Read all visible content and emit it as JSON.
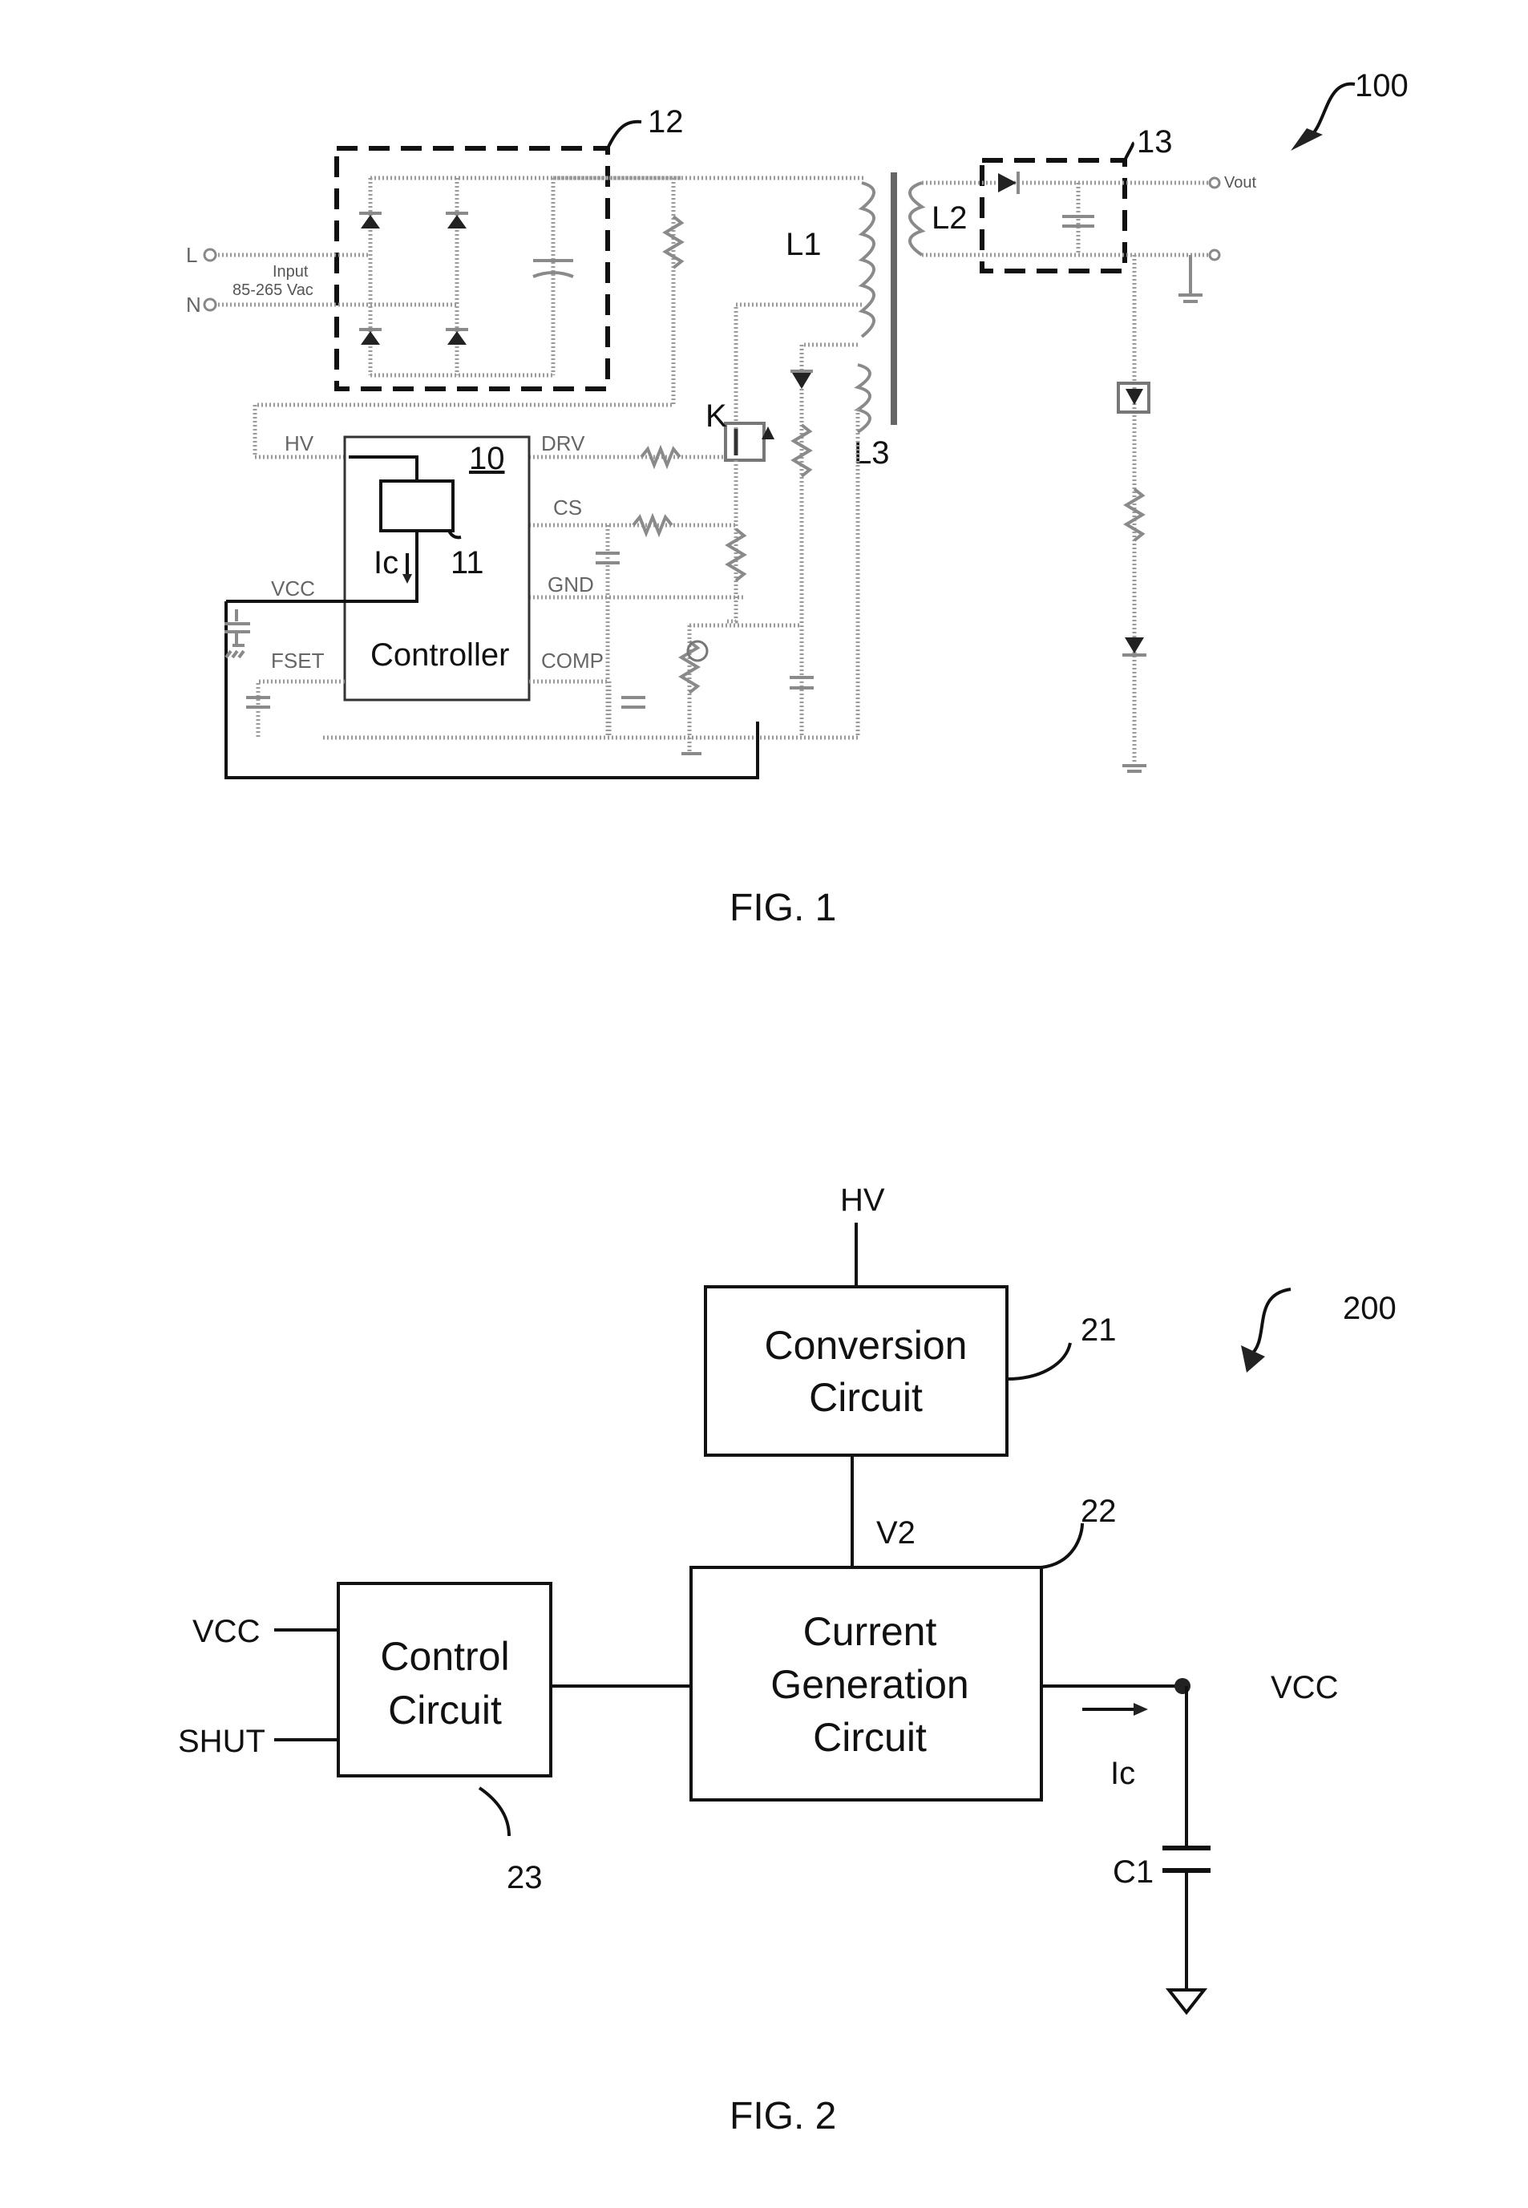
{
  "fig1": {
    "ref_number": "100",
    "caption": "FIG. 1",
    "labels": {
      "rectifier_ref": "12",
      "output_ref": "13",
      "controller_ref": "10",
      "source_ref": "11",
      "controller": "Controller",
      "ic": "Ic",
      "l1": "L1",
      "l2": "L2",
      "l3": "L3",
      "k": "K",
      "in_l": "L",
      "in_n": "N",
      "input_line1": "Input",
      "input_line2": "85-265 Vac",
      "vout": "Vout",
      "pin_hv": "HV",
      "pin_drv": "DRV",
      "pin_cs": "CS",
      "pin_gnd": "GND",
      "pin_vcc": "VCC",
      "pin_fset": "FSET",
      "pin_comp": "COMP"
    }
  },
  "fig2": {
    "ref_number": "200",
    "caption": "FIG. 2",
    "blocks": {
      "conversion": {
        "line1": "Conversion",
        "line2": "Circuit",
        "ref": "21"
      },
      "current_gen": {
        "line1": "Current",
        "line2": "Generation",
        "line3": "Circuit",
        "ref": "22"
      },
      "control": {
        "line1": "Control",
        "line2": "Circuit",
        "ref": "23"
      }
    },
    "signals": {
      "hv": "HV",
      "v2": "V2",
      "vcc_in": "VCC",
      "shut": "SHUT",
      "vcc_out": "VCC",
      "ic": "Ic",
      "c1": "C1"
    }
  }
}
